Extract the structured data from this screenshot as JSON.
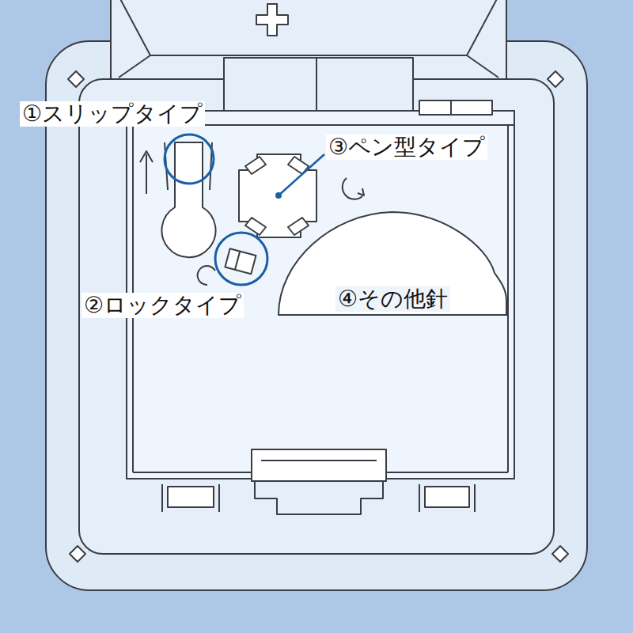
{
  "diagram": {
    "labels": [
      "①スリップタイプ",
      "②ロックタイプ",
      "③ペン型タイプ",
      "④その他針"
    ]
  }
}
